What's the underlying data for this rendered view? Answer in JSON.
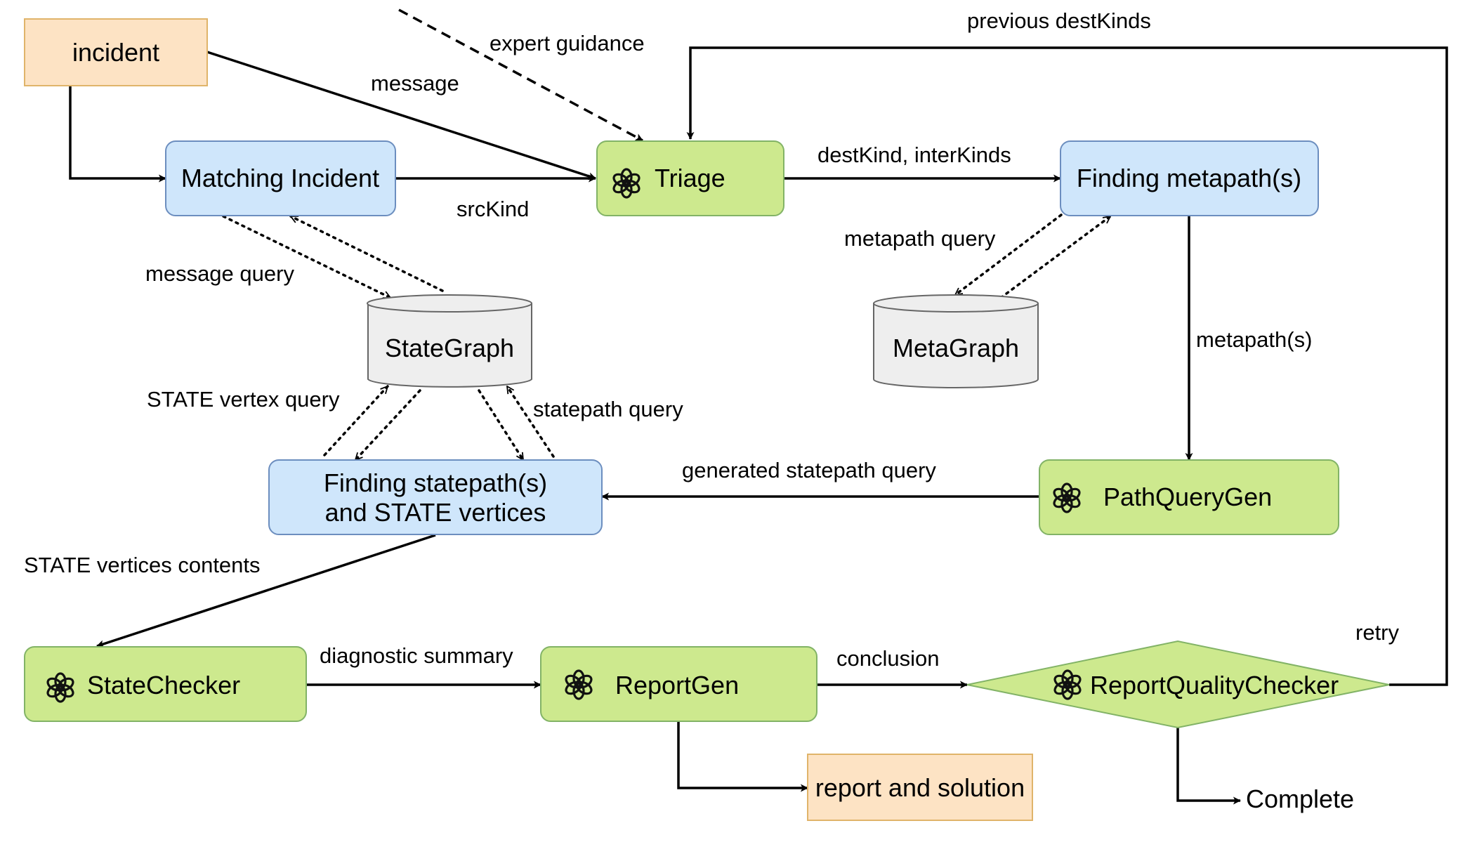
{
  "colors": {
    "blue_fill": "#cfe6fb",
    "blue_stroke": "#6c8ebf",
    "green_fill": "#cde98e",
    "green_stroke": "#82b366",
    "orange_fill": "#fde3c4",
    "orange_stroke": "#e0b46a",
    "gray_fill": "#eeeeee",
    "gray_stroke": "#666666"
  },
  "nodes": {
    "incident": "incident",
    "matching": "Matching Incident",
    "triage": "Triage",
    "finding_metapath": "Finding metapath(s)",
    "stategraph": "StateGraph",
    "metagraph": "MetaGraph",
    "finding_statepath_l1": "Finding statepath(s)",
    "finding_statepath_l2": "and STATE vertices",
    "pathquerygen": "PathQueryGen",
    "statechecker": "StateChecker",
    "reportgen": "ReportGen",
    "reportqualitychecker": "ReportQualityChecker",
    "report_solution": "report and solution",
    "complete": "Complete"
  },
  "edges": {
    "expert_guidance": "expert guidance",
    "message": "message",
    "src_kind": "srcKind",
    "dest_inter_kinds": "destKind, interKinds",
    "previous_dest_kinds": "previous destKinds",
    "message_query": "message query",
    "metapath_query": "metapath query",
    "metapaths": "metapath(s)",
    "state_vertex_query": "STATE vertex query",
    "statepath_query": "statepath query",
    "generated_statepath_query": "generated statepath query",
    "state_vertices_contents": "STATE vertices contents",
    "diagnostic_summary": "diagnostic summary",
    "conclusion": "conclusion",
    "retry": "retry"
  },
  "icons": {
    "llm": "openai-logo-icon"
  }
}
